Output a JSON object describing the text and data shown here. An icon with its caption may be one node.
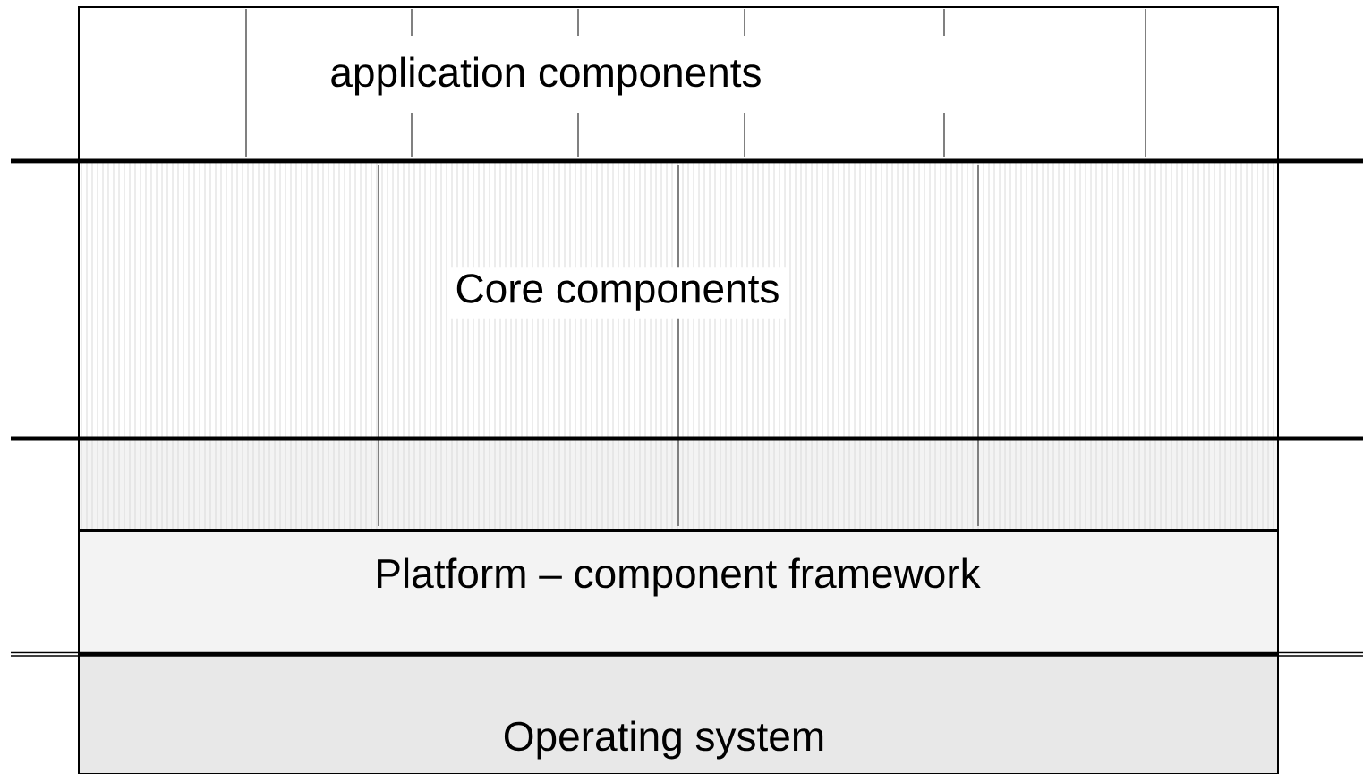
{
  "diagram": {
    "nodes": [
      {
        "text": [
          "application components"
        ]
      },
      {
        "text": [
          "Core components"
        ]
      },
      {
        "text": [
          "Platform – component framework"
        ]
      },
      {
        "text": [
          "Operating system"
        ]
      }
    ]
  }
}
